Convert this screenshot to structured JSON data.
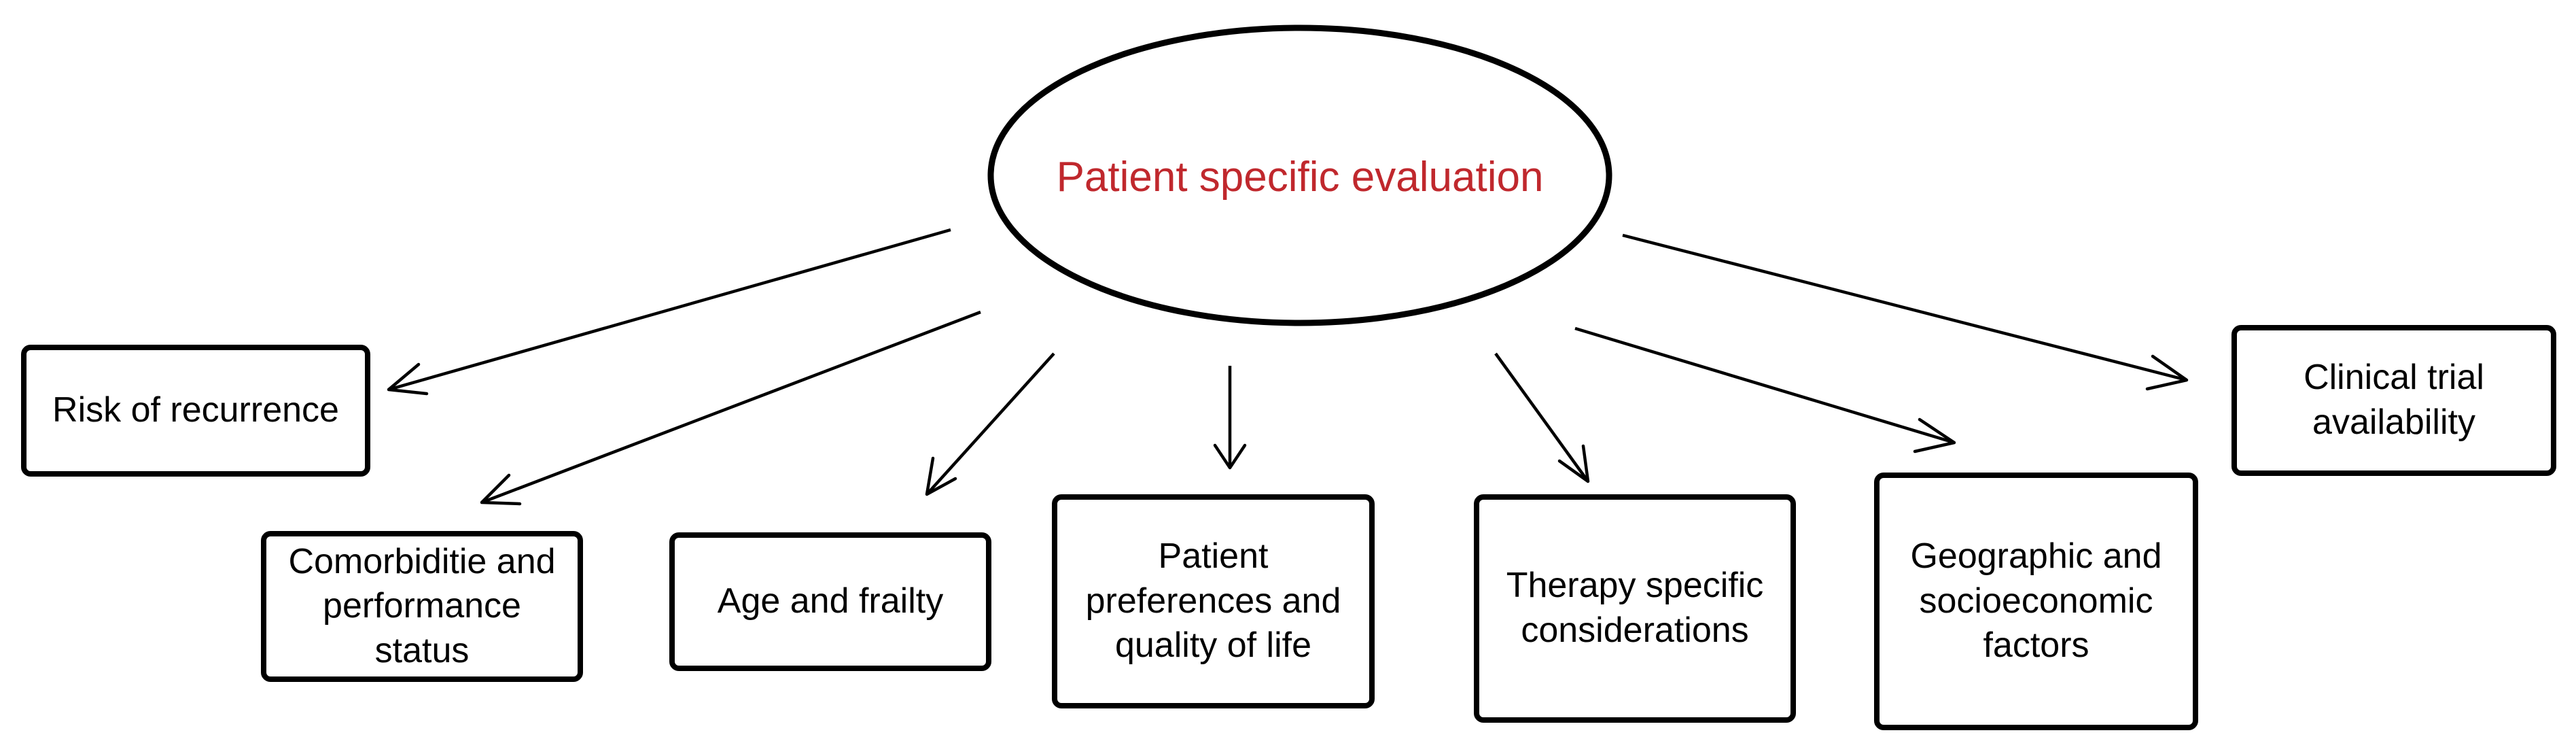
{
  "diagram": {
    "root": {
      "label": "Patient specific evaluation",
      "label_color": "#c0282d"
    },
    "nodes": [
      {
        "id": "risk",
        "label": "Risk of recurrence"
      },
      {
        "id": "comorbidity",
        "label": "Comorbiditie and performance status"
      },
      {
        "id": "age",
        "label": "Age and frailty"
      },
      {
        "id": "preferences",
        "label": "Patient preferences and quality of life"
      },
      {
        "id": "therapy",
        "label": "Therapy specific considerations"
      },
      {
        "id": "geographic",
        "label": "Geographic and socioeconomic factors"
      },
      {
        "id": "trial",
        "label": "Clinical trial availability"
      }
    ],
    "edges": [
      {
        "from": "root",
        "to": "risk"
      },
      {
        "from": "root",
        "to": "comorbidity"
      },
      {
        "from": "root",
        "to": "age"
      },
      {
        "from": "root",
        "to": "preferences"
      },
      {
        "from": "root",
        "to": "therapy"
      },
      {
        "from": "root",
        "to": "geographic"
      },
      {
        "from": "root",
        "to": "trial"
      }
    ],
    "colors": {
      "stroke": "#000000",
      "background": "#ffffff",
      "root_text": "#c0282d"
    }
  }
}
